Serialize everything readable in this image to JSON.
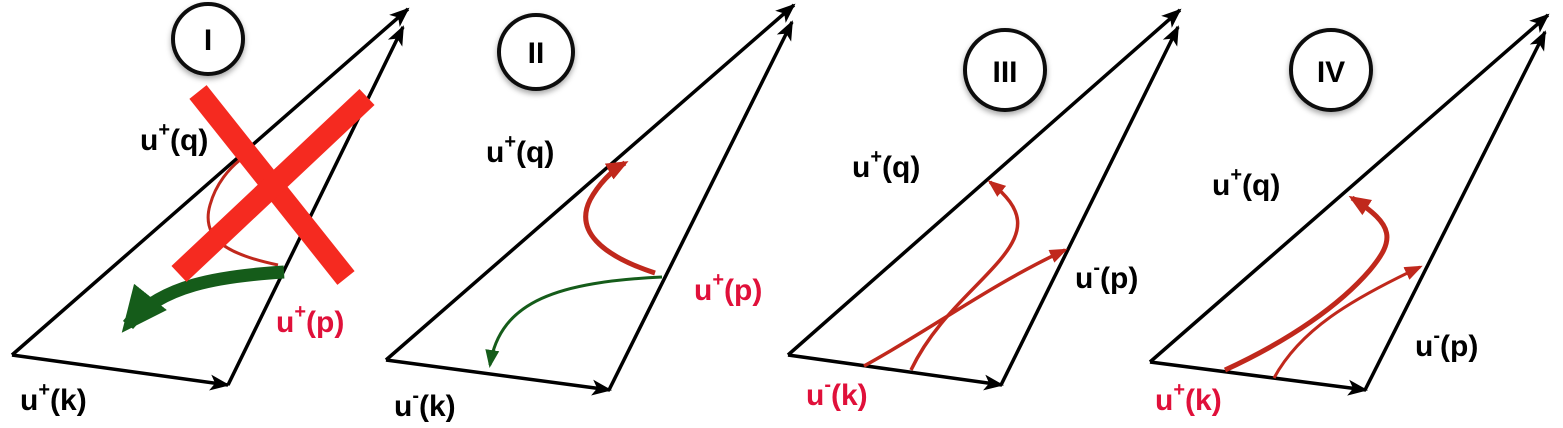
{
  "figure": {
    "description": "Four triangle diagrams (I-IV) of vector momentum configurations with curved transition arrows",
    "colors": {
      "edge": "#000000",
      "red_label": "#e0103a",
      "red_curve": "#c0281c",
      "green_curve": "#155c1a",
      "cross": "#f52a20"
    },
    "panels": [
      {
        "id": "I",
        "badge": "I",
        "label_q": {
          "base": "u",
          "sup": "+",
          "arg": "(q)",
          "color": "black"
        },
        "label_p": {
          "base": "u",
          "sup": "+",
          "arg": "(p)",
          "color": "red"
        },
        "label_k": {
          "base": "u",
          "sup": "+",
          "arg": "(k)",
          "color": "black"
        },
        "crossed_out": true,
        "curves": [
          "thin red curve from p-side to q-side",
          "thick green arrow from p-side toward k"
        ]
      },
      {
        "id": "II",
        "badge": "II",
        "label_q": {
          "base": "u",
          "sup": "+",
          "arg": "(q)",
          "color": "black"
        },
        "label_p": {
          "base": "u",
          "sup": "+",
          "arg": "(p)",
          "color": "red"
        },
        "label_k": {
          "base": "u",
          "sup": "-",
          "arg": "(k)",
          "color": "black"
        },
        "crossed_out": false,
        "curves": [
          "thick red arrow from p to q",
          "thin green arrow from p to k"
        ]
      },
      {
        "id": "III",
        "badge": "III",
        "label_q": {
          "base": "u",
          "sup": "+",
          "arg": "(q)",
          "color": "black"
        },
        "label_p": {
          "base": "u",
          "sup": "-",
          "arg": "(p)",
          "color": "black"
        },
        "label_k": {
          "base": "u",
          "sup": "-",
          "arg": "(k)",
          "color": "red"
        },
        "crossed_out": false,
        "curves": [
          "red arrow from k to q",
          "red arrow from k to p"
        ]
      },
      {
        "id": "IV",
        "badge": "IV",
        "label_q": {
          "base": "u",
          "sup": "+",
          "arg": "(q)",
          "color": "black"
        },
        "label_p": {
          "base": "u",
          "sup": "-",
          "arg": "(p)",
          "color": "black"
        },
        "label_k": {
          "base": "u",
          "sup": "+",
          "arg": "(k)",
          "color": "red"
        },
        "crossed_out": false,
        "curves": [
          "thick red arrow from k to q",
          "thin red arrow from k to p"
        ]
      }
    ]
  }
}
